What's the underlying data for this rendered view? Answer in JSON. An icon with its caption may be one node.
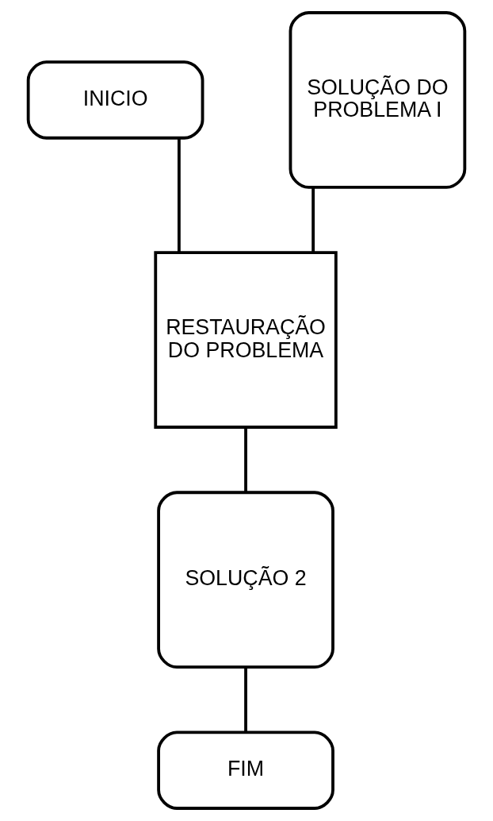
{
  "diagram": {
    "nodes": [
      {
        "text": [
          "INICIO"
        ]
      },
      {
        "text": [
          "SOLUÇÃO DO PROBLEMA I"
        ]
      },
      {
        "text": [
          "RESTAURAÇÃO DO PROBLEMA"
        ]
      },
      {
        "text": [
          "SOLUÇÃO 2"
        ]
      },
      {
        "text": [
          "FIM"
        ]
      }
    ],
    "edges": [
      {
        "from": 0,
        "to": 2,
        "arrow": "none"
      },
      {
        "from": 1,
        "to": 2,
        "arrow": "none"
      },
      {
        "from": 2,
        "to": 3,
        "arrow": "none"
      },
      {
        "from": 3,
        "to": 4,
        "arrow": "none"
      }
    ]
  }
}
